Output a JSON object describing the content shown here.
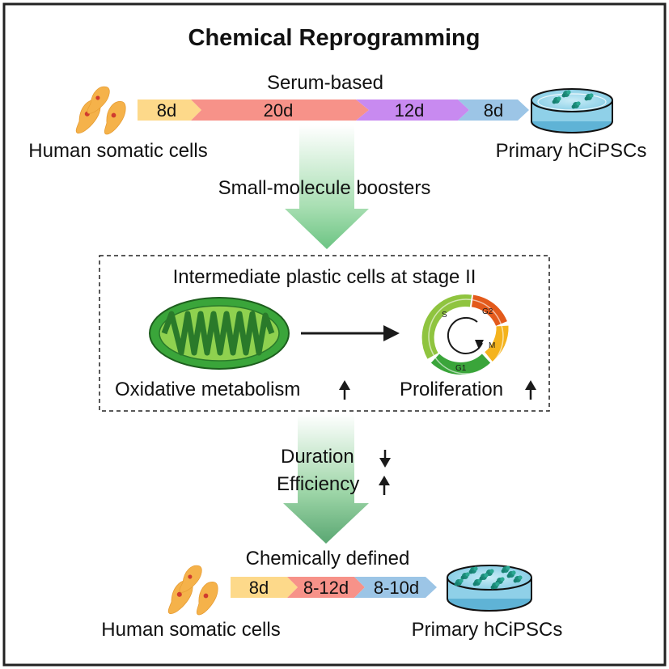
{
  "title": "Chemical Reprogramming",
  "serum_protocol": {
    "label": "Serum-based",
    "stages": [
      "8d",
      "20d",
      "12d",
      "8d"
    ],
    "source": "Human somatic cells",
    "target": "Primary hCiPSCs"
  },
  "booster_label": "Small-molecule boosters",
  "intermediate": {
    "title": "Intermediate plastic cells at stage II",
    "left_label": "Oxidative metabolism",
    "right_label": "Proliferation",
    "cell_cycle_phases": [
      "S",
      "G2",
      "M",
      "G1"
    ]
  },
  "effects": {
    "duration": "Duration",
    "efficiency": "Efficiency"
  },
  "defined_protocol": {
    "label": "Chemically defined",
    "stages": [
      "8d",
      "8-12d",
      "8-10d"
    ],
    "source": "Human somatic cells",
    "target": "Primary hCiPSCs"
  },
  "colors": {
    "stage_yellow": "#fdd98a",
    "stage_red": "#f79289",
    "stage_purple": "#c88af0",
    "stage_blue": "#9cc5e6",
    "arrow_green": "#7ccf8e",
    "mito_green": "#3aa53a",
    "mito_light": "#8fd14f",
    "cell_orange": "#f5b24a"
  }
}
